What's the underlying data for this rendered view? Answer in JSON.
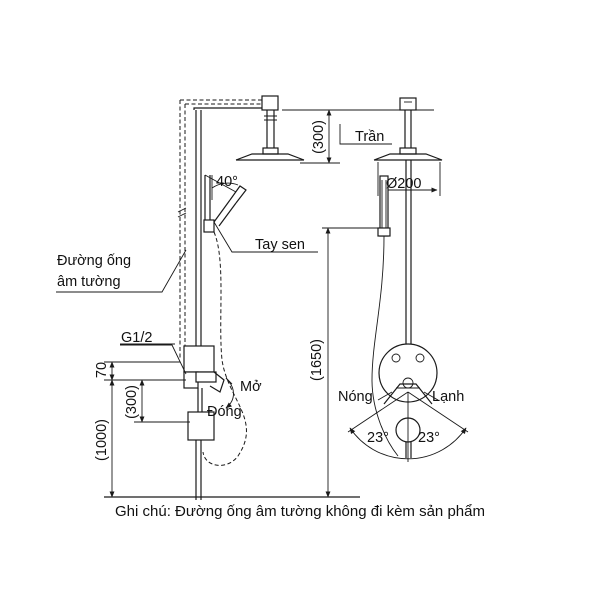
{
  "labels": {
    "ceiling": "Trần",
    "diameter": "Ø200",
    "angle_top": "40°",
    "hand_shower": "Tay sen",
    "pipe_line1": "Đường ống",
    "pipe_line2": "âm tường",
    "thread": "G1/2",
    "open": "Mở",
    "close": "Đóng",
    "hot": "Nóng",
    "cold": "Lạnh",
    "angle_left": "23°",
    "angle_right": "23°"
  },
  "dimensions": {
    "d300_top": "(300)",
    "d1650": "(1650)",
    "d70": "70",
    "d300_mid": "(300)",
    "d1000": "(1000)"
  },
  "note": "Ghi chú: Đường ống âm tường không đi kèm sản phẩm"
}
